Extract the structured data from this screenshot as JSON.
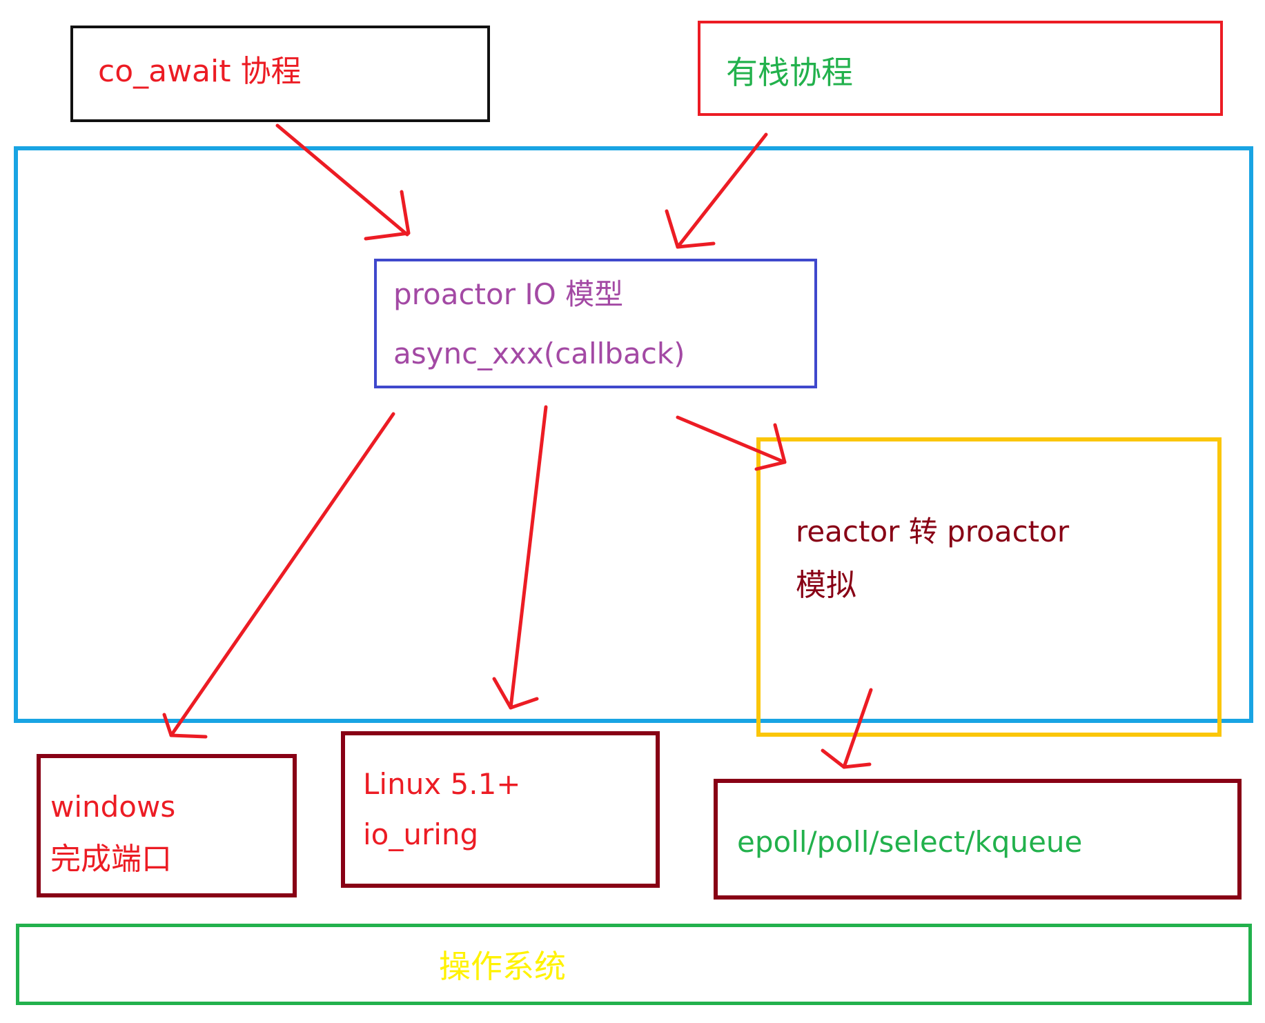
{
  "boxes": {
    "co_await": {
      "label": "co_await 协程"
    },
    "stackful": {
      "label": "有栈协程"
    },
    "proactor": {
      "line1": "proactor IO 模型",
      "line2": "async_xxx(callback)"
    },
    "reactor": {
      "line1": "reactor 转 proactor",
      "line2": "模拟"
    },
    "windows": {
      "line1": "windows",
      "line2": "完成端口"
    },
    "linux": {
      "line1": "Linux 5.1+",
      "line2": "io_uring"
    },
    "epoll": {
      "label": "epoll/poll/select/kqueue"
    },
    "os": {
      "label": "操作系统"
    }
  },
  "colors": {
    "black": "#111111",
    "red_border": "#ec1c24",
    "blue_border": "#19a4e3",
    "indigo_border": "#3f48cc",
    "yellow_border": "#fbc609",
    "maroon_border": "#880015",
    "green_border": "#22b14c",
    "red_text": "#ec1c24",
    "green_text": "#22b14c",
    "purple_text": "#a349a4",
    "maroon_text": "#880015",
    "yellow_text": "#fff200",
    "arrow": "#ec1c24"
  }
}
